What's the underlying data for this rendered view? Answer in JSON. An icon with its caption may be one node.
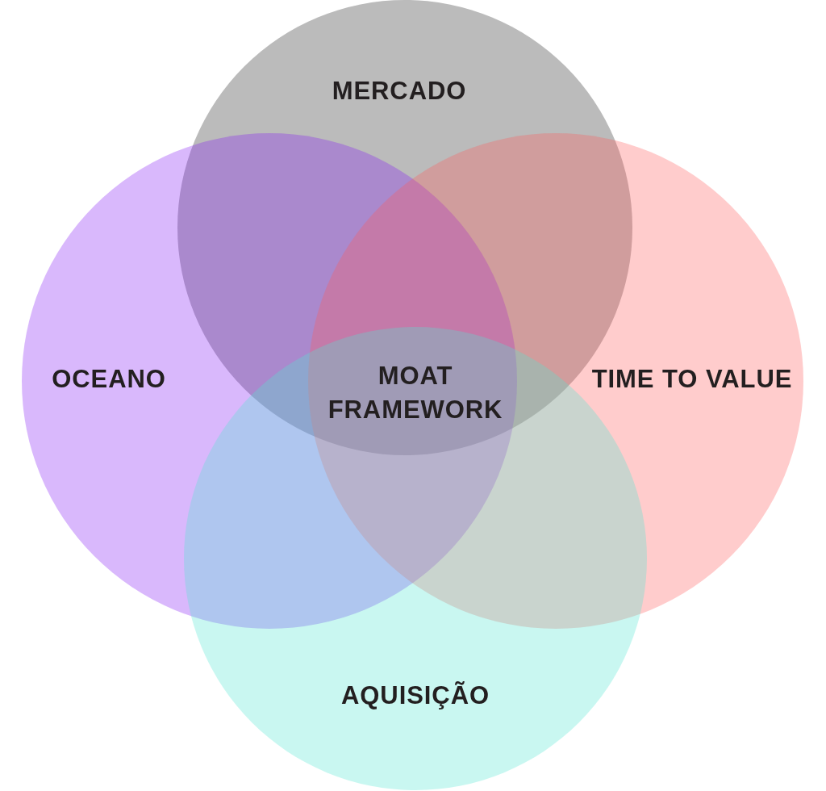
{
  "diagram": {
    "nodes": [
      {
        "text": [
          "MERCADO"
        ]
      },
      {
        "text": [
          "OCEANO"
        ]
      },
      {
        "text": [
          "TIME TO VALUE"
        ]
      },
      {
        "text": [
          "AQUISIÇÃO"
        ]
      }
    ],
    "labels": [
      "MOAT FRAMEWORK"
    ]
  }
}
